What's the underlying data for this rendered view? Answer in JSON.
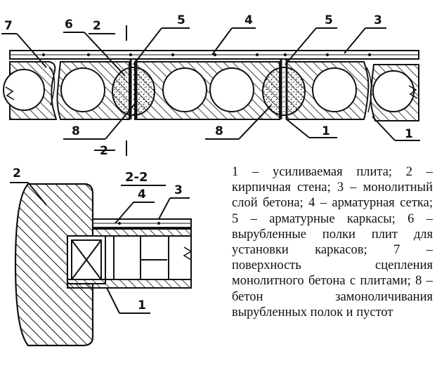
{
  "top_labels": {
    "l7": "7",
    "l6": "6",
    "l2": "2",
    "l5a": "5",
    "l4": "4",
    "l5b": "5",
    "l3": "3",
    "l8a": "8",
    "l2b": "2",
    "l8b": "8",
    "l1a": "1",
    "l1b": "1"
  },
  "section": {
    "title": "2-2",
    "l2": "2",
    "l4": "4",
    "l3": "3",
    "l1": "1"
  },
  "legend": {
    "i1": "1 – усиливаемая плита;",
    "i2": "2 – кирпичная стена;",
    "i3": "3 – монолитный слой бетона;",
    "i4": "4 – арматурная сетка;",
    "i5": "5 – арматурные каркасы;",
    "i6": "6 – вырубленные полки плит для установки каркасов;",
    "i7": "7 – поверхность сцепления монолитного бетона с плитами;",
    "i8a": "8 – бетон замоноличивания вырубленных полок и пустот"
  },
  "colors": {
    "ink": "#111111",
    "paper": "#ffffff"
  }
}
